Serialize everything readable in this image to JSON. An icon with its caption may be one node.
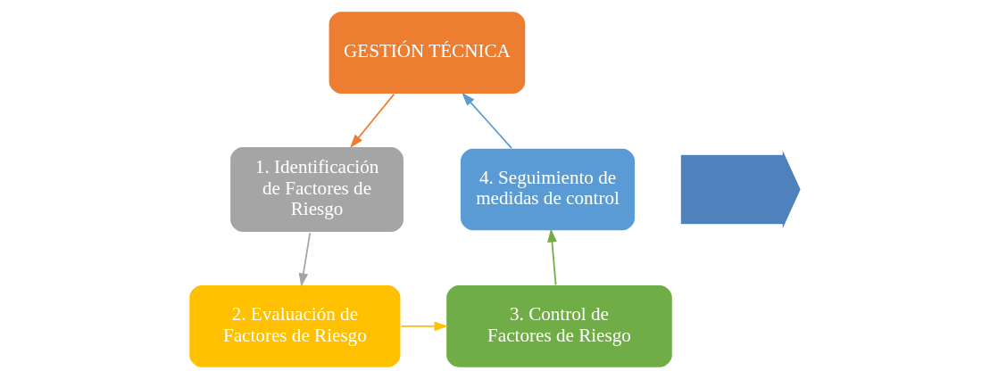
{
  "diagram": {
    "nodes": [
      {
        "text": [
          "GESTIÓN TÉCNICA"
        ]
      },
      {
        "text": [
          "1. Identificación de Factores de Riesgo"
        ]
      },
      {
        "text": [
          "2. Evaluación de Factores de Riesgo"
        ]
      },
      {
        "text": [
          "3. Control de Factores de Riesgo"
        ]
      },
      {
        "text": [
          "4. Seguimiento de medidas de control"
        ]
      },
      {
        "text": [],
        "shape": "arrow"
      }
    ],
    "edges": [
      {
        "from": 0,
        "to": 1,
        "arrow": "to",
        "color": "#ed7d31"
      },
      {
        "from": 1,
        "to": 2,
        "arrow": "to",
        "color": "#a5a5a5"
      },
      {
        "from": 2,
        "to": 3,
        "arrow": "to",
        "color": "#ffc000"
      },
      {
        "from": 3,
        "to": 4,
        "arrow": "to",
        "color": "#70ad47"
      },
      {
        "from": 4,
        "to": 0,
        "arrow": "to",
        "color": "#5b9bd5"
      }
    ]
  }
}
